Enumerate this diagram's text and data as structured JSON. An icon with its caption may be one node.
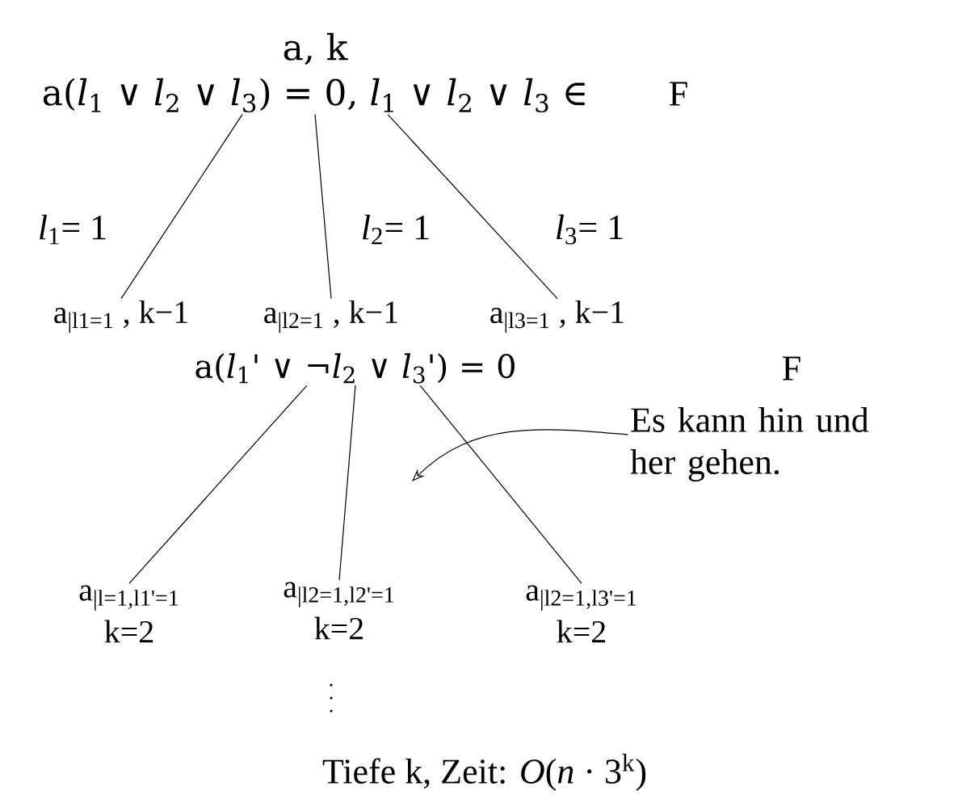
{
  "diagram": {
    "caption": "Tiefe k, Zeit: *O*(*n* · 3$^{k}$)",
    "nodes": [
      {
        "text": [
          "a, k",
          "a(*l*$_{1}$ ∨ *l*$_{2}$ ∨ *l*$_{3}$) = 0, *l*$_{1}$ ∨ *l*$_{2}$ ∨ *l*$_{3}$ ∈"
        ],
        "beside": [
          "F"
        ]
      },
      {
        "text": [
          "a$_{|l1=1}$ , k−1"
        ]
      },
      {
        "text": [
          "a$_{|l2=1}$ , k−1"
        ]
      },
      {
        "text": [
          "a$_{|l3=1}$ , k−1"
        ]
      },
      {
        "text": [
          "a(*l*$_{1}$' ∨ ¬*l*$_{2}$ ∨ *l*$_{3}$') = 0"
        ]
      },
      {
        "text": [
          "a$_{|l=1,l1'=1}$",
          "k=2"
        ]
      },
      {
        "text": [
          "a$_{|l2=1,l2'=1}$",
          "k=2"
        ]
      },
      {
        "text": [
          "a$_{|l2=1,l3'=1}$",
          "k=2"
        ]
      },
      {
        "text": [
          "Es kann hin und her gehen."
        ]
      }
    ],
    "edges": [
      {
        "from": 0,
        "to": 1,
        "arrow": "none",
        "label": "*l*$_{1}$= 1"
      },
      {
        "from": 0,
        "to": 2,
        "arrow": "none",
        "label": "*l*$_{2}$= 1"
      },
      {
        "from": 0,
        "to": 3,
        "arrow": "none",
        "label": "*l*$_{3}$= 1"
      },
      {
        "from": 4,
        "to": 5,
        "arrow": "none"
      },
      {
        "from": 4,
        "to": 6,
        "arrow": "none"
      },
      {
        "from": 4,
        "to": 7,
        "arrow": "none"
      },
      {
        "from": 8,
        "to": null,
        "arrow": "to"
      }
    ],
    "labels": [
      "F"
    ]
  }
}
